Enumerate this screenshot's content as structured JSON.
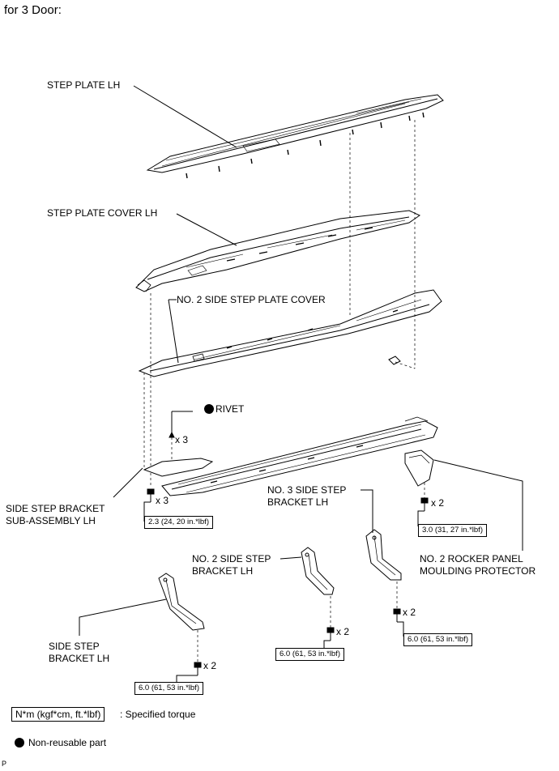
{
  "heading": "for 3 Door:",
  "parts": {
    "step_plate": "STEP PLATE LH",
    "step_plate_cover": "STEP PLATE COVER LH",
    "no2_side_step_plate_cover": "NO. 2 SIDE STEP PLATE COVER",
    "rivet": "RIVET",
    "side_step_bracket_subassy_line1": "SIDE STEP BRACKET",
    "side_step_bracket_subassy_line2": "SUB-ASSEMBLY LH",
    "no3_side_step_bracket_line1": "NO. 3 SIDE STEP",
    "no3_side_step_bracket_line2": "BRACKET LH",
    "no2_side_step_bracket_line1": "NO. 2 SIDE STEP",
    "no2_side_step_bracket_line2": "BRACKET LH",
    "side_step_bracket_line1": "SIDE STEP",
    "side_step_bracket_line2": "BRACKET LH",
    "no2_rocker_line1": "NO. 2 ROCKER PANEL",
    "no2_rocker_line2": "MOULDING PROTECTOR"
  },
  "quantities": {
    "rivet_qty": "x 3",
    "subassy_bolt_qty": "x 3",
    "protector_qty": "x 2",
    "no3_qty": "x 2",
    "no2_qty": "x 2",
    "side_qty": "x 2"
  },
  "torques": {
    "subassy": "2.3 (24, 20 in.*lbf)",
    "protector": "3.0 (31, 27 in.*lbf)",
    "no3": "6.0 (61, 53 in.*lbf)",
    "no2": "6.0 (61, 53 in.*lbf)",
    "side": "6.0 (61, 53 in.*lbf)"
  },
  "legend": {
    "torque_unit": "N*m (kgf*cm, ft.*lbf)",
    "torque_desc": ": Specified torque",
    "nonreusable": "Non-reusable part"
  },
  "footer": "P"
}
